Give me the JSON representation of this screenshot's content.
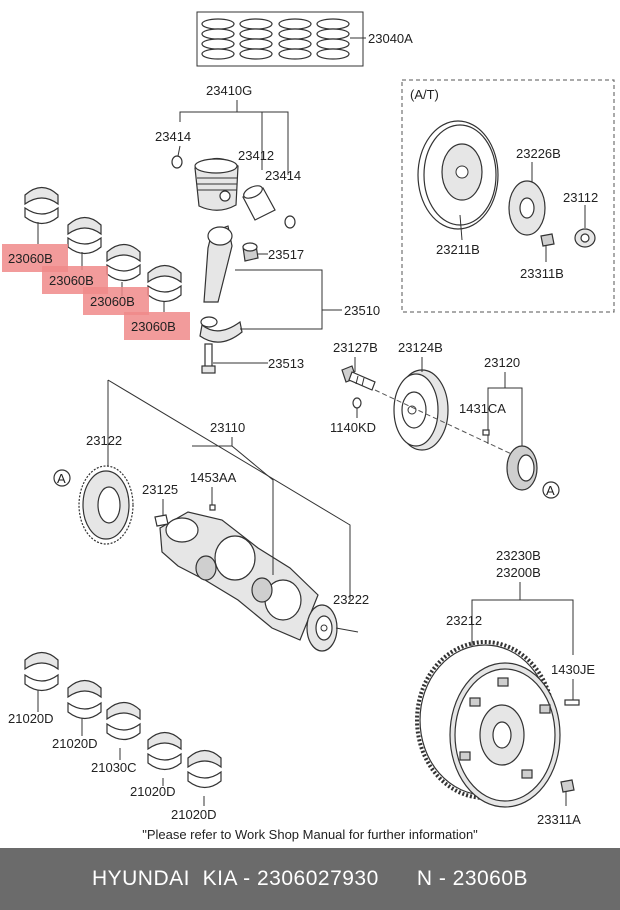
{
  "labels": {
    "ring_set": "23040A",
    "piston_assy": "23410G",
    "pin_clip_left": "23414",
    "piston_pin": "23412",
    "pin_clip_right": "23414",
    "rod_bushing": "23517",
    "conrod_assy": "23510",
    "rod_bolt": "23513",
    "rod_bearing_1": "23060B",
    "rod_bearing_2": "23060B",
    "rod_bearing_3": "23060B",
    "rod_bearing_4": "23060B",
    "at_note": "(A/T)",
    "drive_plate": "23211B",
    "adapter_plate": "23226B",
    "spacer": "23112",
    "drive_plate_bolt": "23311B",
    "pulley_bolt": "23127B",
    "damper_pulley": "23124B",
    "crank_sprocket": "23120",
    "key": "1431CA",
    "pulley_washer": "1140KD",
    "timing_gear": "23122",
    "crankshaft": "23110",
    "woodruff_key": "1453AA",
    "gear_pin": "23125",
    "pilot_bushing": "23222",
    "flywheel_assy_1": "23230B",
    "flywheel_assy_2": "23200B",
    "ring_gear": "23212",
    "dowel_pin": "1430JE",
    "flywheel_bolt": "23311A",
    "main_bearing_1": "21020D",
    "main_bearing_2": "21020D",
    "thrust_bearing": "21030C",
    "main_bearing_3": "21020D",
    "main_bearing_4": "21020D",
    "ref_a_left": "A",
    "ref_a_right": "A"
  },
  "note": "\"Please refer to Work Shop Manual for further information\"",
  "footer": {
    "brand": "HYUNDAI  KIA",
    "part_number": "2306027930",
    "ref_number": "N - 23060B"
  },
  "colors": {
    "highlight": "#f08a8a",
    "footer_bg": "#6b6b6b",
    "footer_text": "#ffffff",
    "line": "#333333"
  }
}
